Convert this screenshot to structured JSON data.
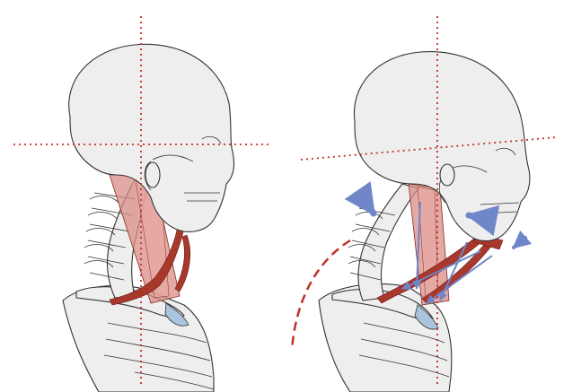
{
  "figure": {
    "panels": [
      {
        "id": "neutral-posture",
        "guides": "level-horizontal"
      },
      {
        "id": "forward-head-posture",
        "guides": "tilted-horizontal"
      }
    ],
    "colors": {
      "bone_fill": "#eeeeee",
      "bone_stroke": "#333333",
      "muscle_fill": "#d98c86",
      "muscle_stroke": "#8b2a22",
      "muscle_strap": "#a8372c",
      "guide_line": "#c0302a",
      "arrow": "#6f86c9",
      "cartilage": "#a9c4dc",
      "curve_dash": "#c0302a"
    },
    "icons": [
      "skull-icon",
      "cervical-spine-icon",
      "clavicle-icon",
      "ribcage-icon",
      "force-arrow-icon"
    ]
  }
}
